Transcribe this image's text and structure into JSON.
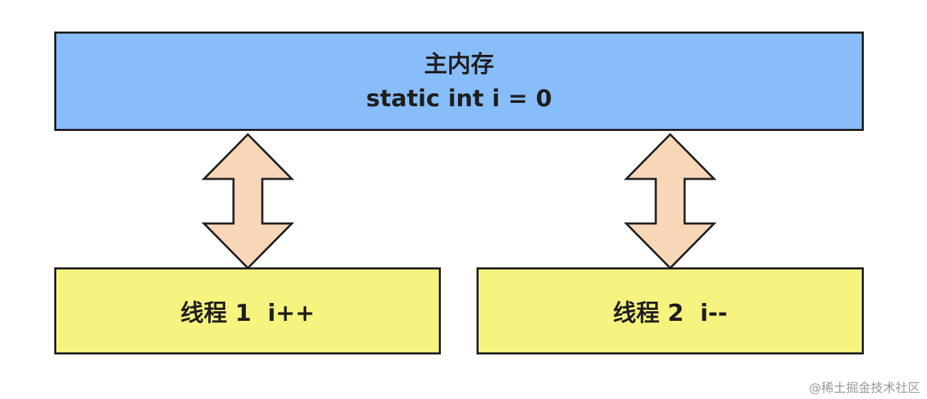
{
  "memory": {
    "title": "主内存",
    "code": "static int i = 0"
  },
  "threads": [
    {
      "label": "线程 1  i++"
    },
    {
      "label": "线程 2  i--"
    }
  ],
  "colors": {
    "memory_fill": "#87bdfa",
    "thread_fill": "#f6f47f",
    "arrow_fill": "#f8d6b8",
    "stroke": "#1e1e1e"
  },
  "watermark": "@稀土掘金技术社区"
}
